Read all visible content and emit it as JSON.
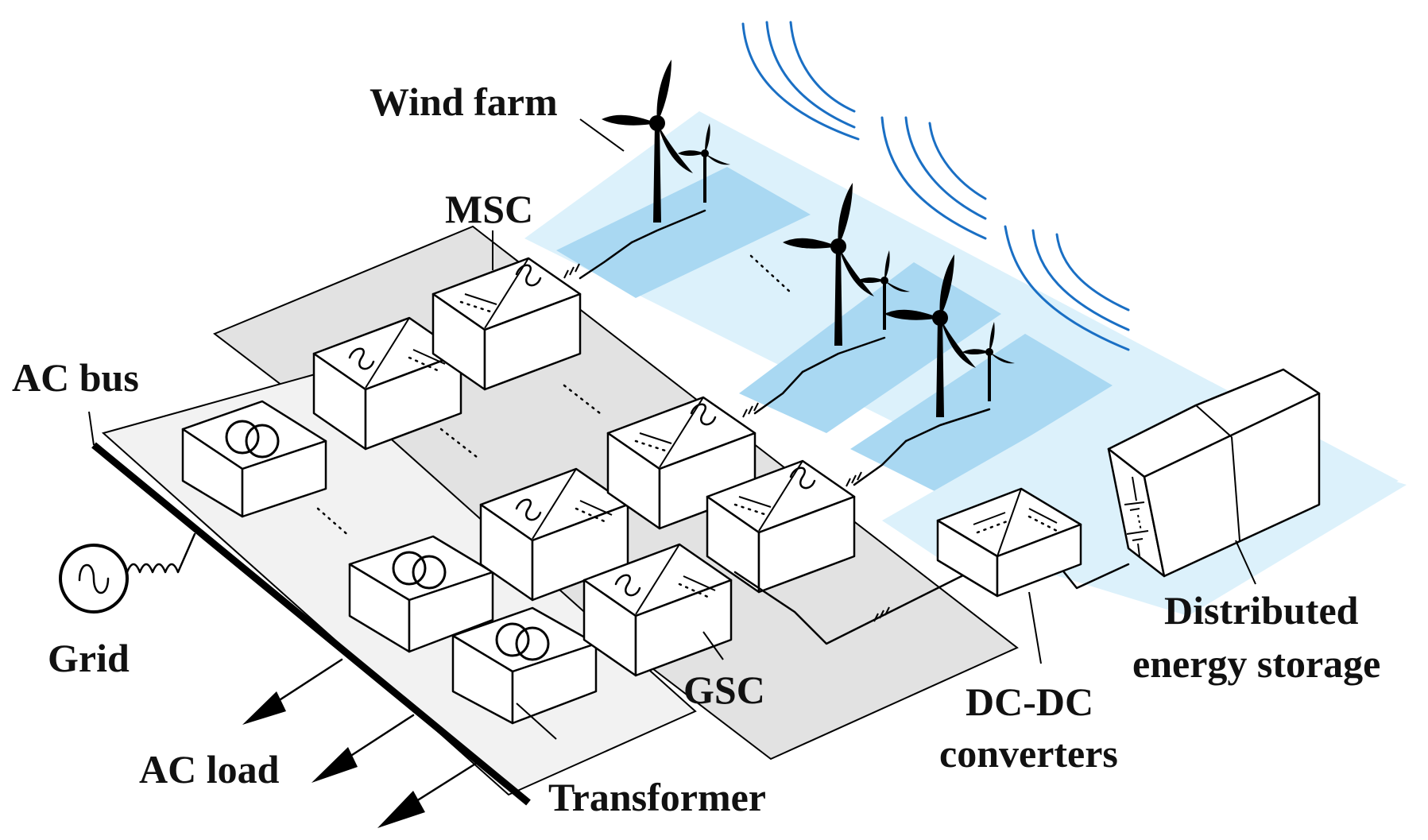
{
  "labels": {
    "wind_farm": "Wind farm",
    "msc": "MSC",
    "ac_bus": "AC bus",
    "grid": "Grid",
    "gsc": "GSC",
    "ac_load": "AC load",
    "transformer": "Transformer",
    "dc_dc_line1": "DC-DC",
    "dc_dc_line2": "converters",
    "storage_line1": "Distributed",
    "storage_line2": "energy storage"
  },
  "colors": {
    "sea_light": "#dcf1fb",
    "sea_strip": "#a9d8f2",
    "wind_wave": "#1a6fc4",
    "platform_gray": "#e2e2e2",
    "platform_light": "#f2f2f2",
    "ink": "#000000"
  },
  "icons": {
    "wind_turbine": "wind-turbine-icon",
    "transformer": "transformer-icon",
    "ac_source": "ac-source-icon",
    "converter": "ac-dc-converter-icon",
    "battery": "battery-icon",
    "inductor": "inductor-coil-icon",
    "arrow": "arrow-icon"
  }
}
